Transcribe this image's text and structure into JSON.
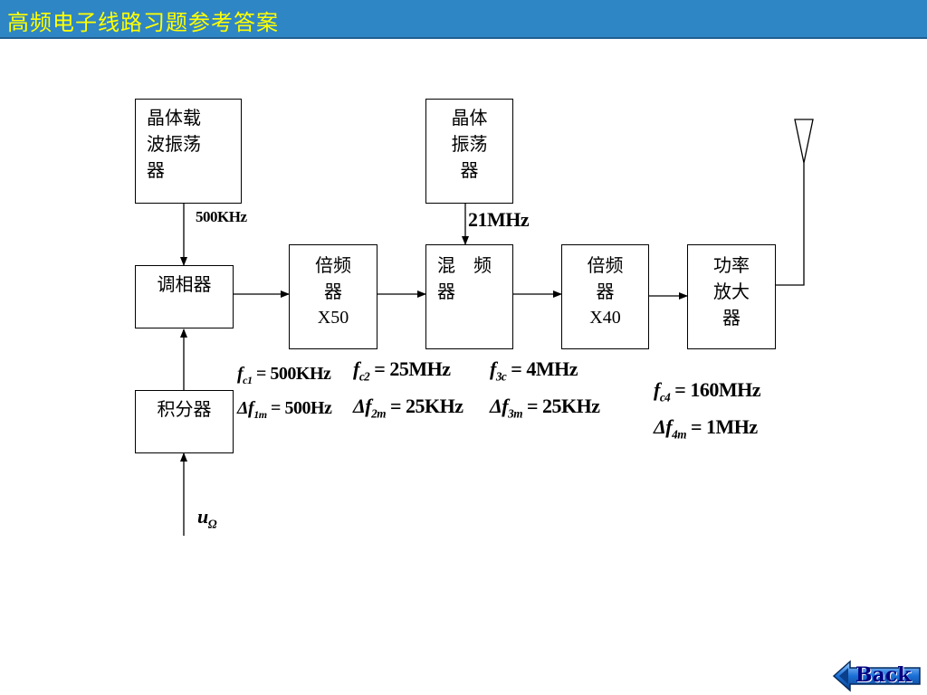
{
  "header": {
    "title": "高频电子线路习题参考答案"
  },
  "blocks": {
    "carrier_osc": {
      "lines": [
        "晶体载",
        "波振荡",
        "器"
      ]
    },
    "crystal_osc": {
      "lines": [
        "晶体",
        "振荡",
        "器"
      ]
    },
    "phase_mod": {
      "lines": [
        "调相器"
      ]
    },
    "mult1": {
      "lines": [
        "倍频",
        "器",
        "X50"
      ]
    },
    "mixer": {
      "lines": [
        "混　频",
        "器"
      ]
    },
    "mult2": {
      "lines": [
        "倍频",
        "器",
        "X40"
      ]
    },
    "power_amp": {
      "lines": [
        "功率",
        "放大",
        "器"
      ]
    },
    "integrator": {
      "lines": [
        "积分器"
      ]
    }
  },
  "signals": {
    "carrier_freq": "500KHz",
    "crystal_freq": "21MHz",
    "input_symbol": "u",
    "input_sub": "Ω"
  },
  "params": {
    "stage1": {
      "fc_sym": "f",
      "fc_sub": "c1",
      "fc_val": "= 500KHz",
      "df_sym": "Δf",
      "df_sub": "1m",
      "df_val": "= 500Hz"
    },
    "stage2": {
      "fc_sym": "f",
      "fc_sub": "c2",
      "fc_val": "= 25MHz",
      "df_sym": "Δf",
      "df_sub": "2m",
      "df_val": "= 25KHz"
    },
    "stage3": {
      "fc_sym": "f",
      "fc_sub": "3c",
      "fc_val": "= 4MHz",
      "df_sym": "Δf",
      "df_sub": "3m",
      "df_val": "= 25KHz"
    },
    "stage4": {
      "fc_sym": "f",
      "fc_sub": "c4",
      "fc_val": "= 160MHz",
      "df_sym": "Δf",
      "df_sub": "4m",
      "df_val": "= 1MHz"
    }
  },
  "nav": {
    "back_label": "Back"
  },
  "colors": {
    "title_bar": "#2f86c4",
    "title_text": "#ffff00",
    "back_button": "#1a6fd6"
  }
}
